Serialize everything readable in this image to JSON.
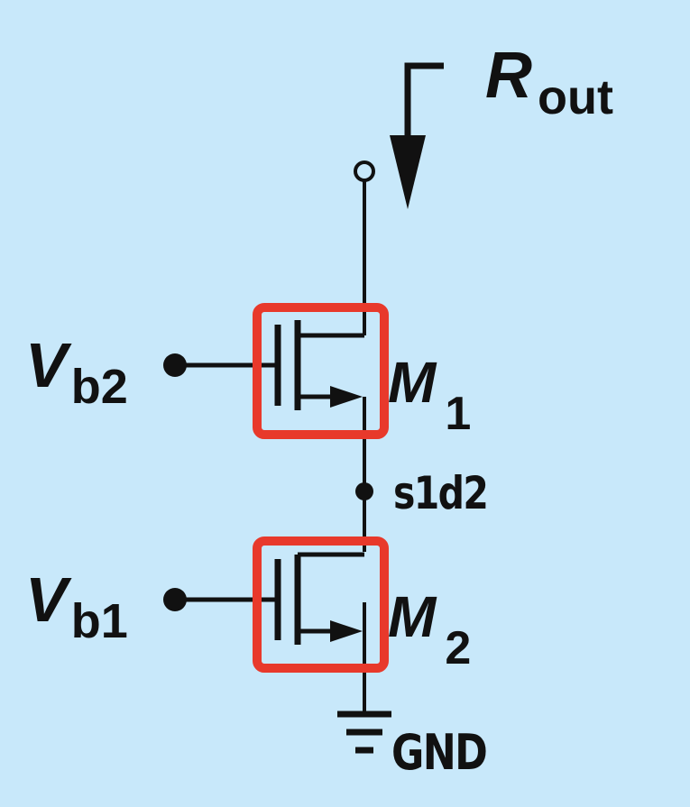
{
  "output": {
    "symbol": "R",
    "subscript": "out"
  },
  "inputs": [
    {
      "symbol": "V",
      "subscript": "b2"
    },
    {
      "symbol": "V",
      "subscript": "b1"
    }
  ],
  "transistors": [
    {
      "symbol": "M",
      "subscript": "1"
    },
    {
      "symbol": "M",
      "subscript": "2"
    }
  ],
  "mid_node_label": "s1d2",
  "ground_label": "GND",
  "colors": {
    "background": "#c8e8fa",
    "wire": "#111111",
    "highlight": "#e8392b"
  }
}
